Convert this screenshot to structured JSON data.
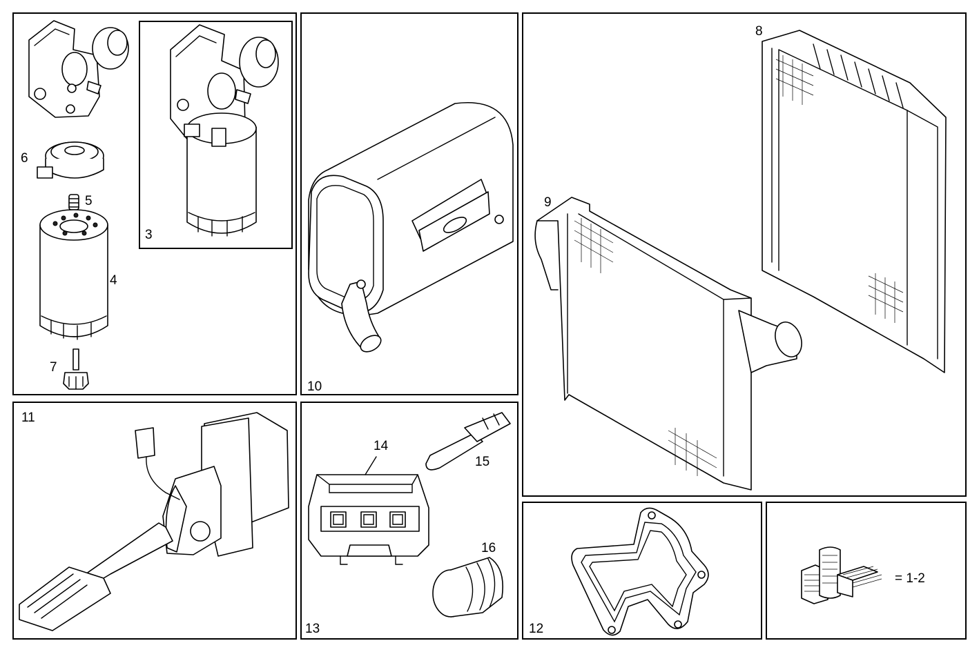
{
  "labels": {
    "p3": "3",
    "p4": "4",
    "p5": "5",
    "p6": "6",
    "p7": "7",
    "p8": "8",
    "p9": "9",
    "p10": "10",
    "p11": "11",
    "p12": "12",
    "p13": "13",
    "p14": "14",
    "p15": "15",
    "p16": "16"
  },
  "legend": {
    "text": "= 1-2",
    "icon": "parts-catalog-icon"
  }
}
